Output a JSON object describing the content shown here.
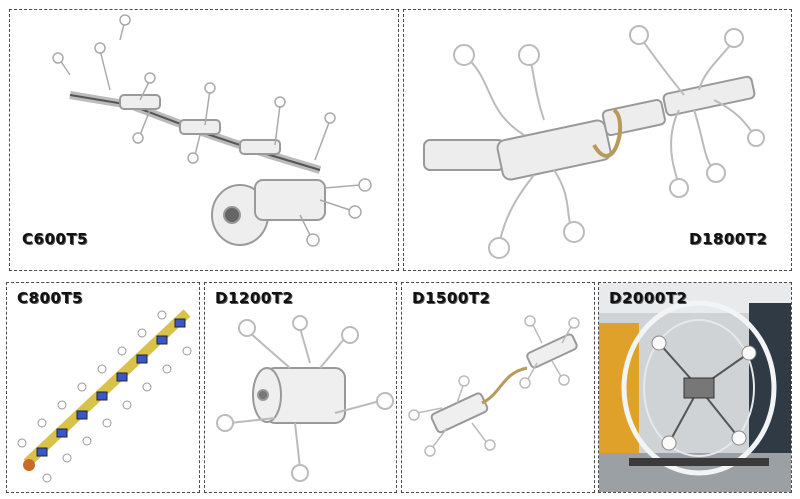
{
  "panels": [
    {
      "model": "C600T5"
    },
    {
      "model": "D1800T2"
    },
    {
      "model": "C800T5"
    },
    {
      "model": "D1200T2"
    },
    {
      "model": "D1500T2"
    },
    {
      "model": "D2000T2"
    }
  ]
}
